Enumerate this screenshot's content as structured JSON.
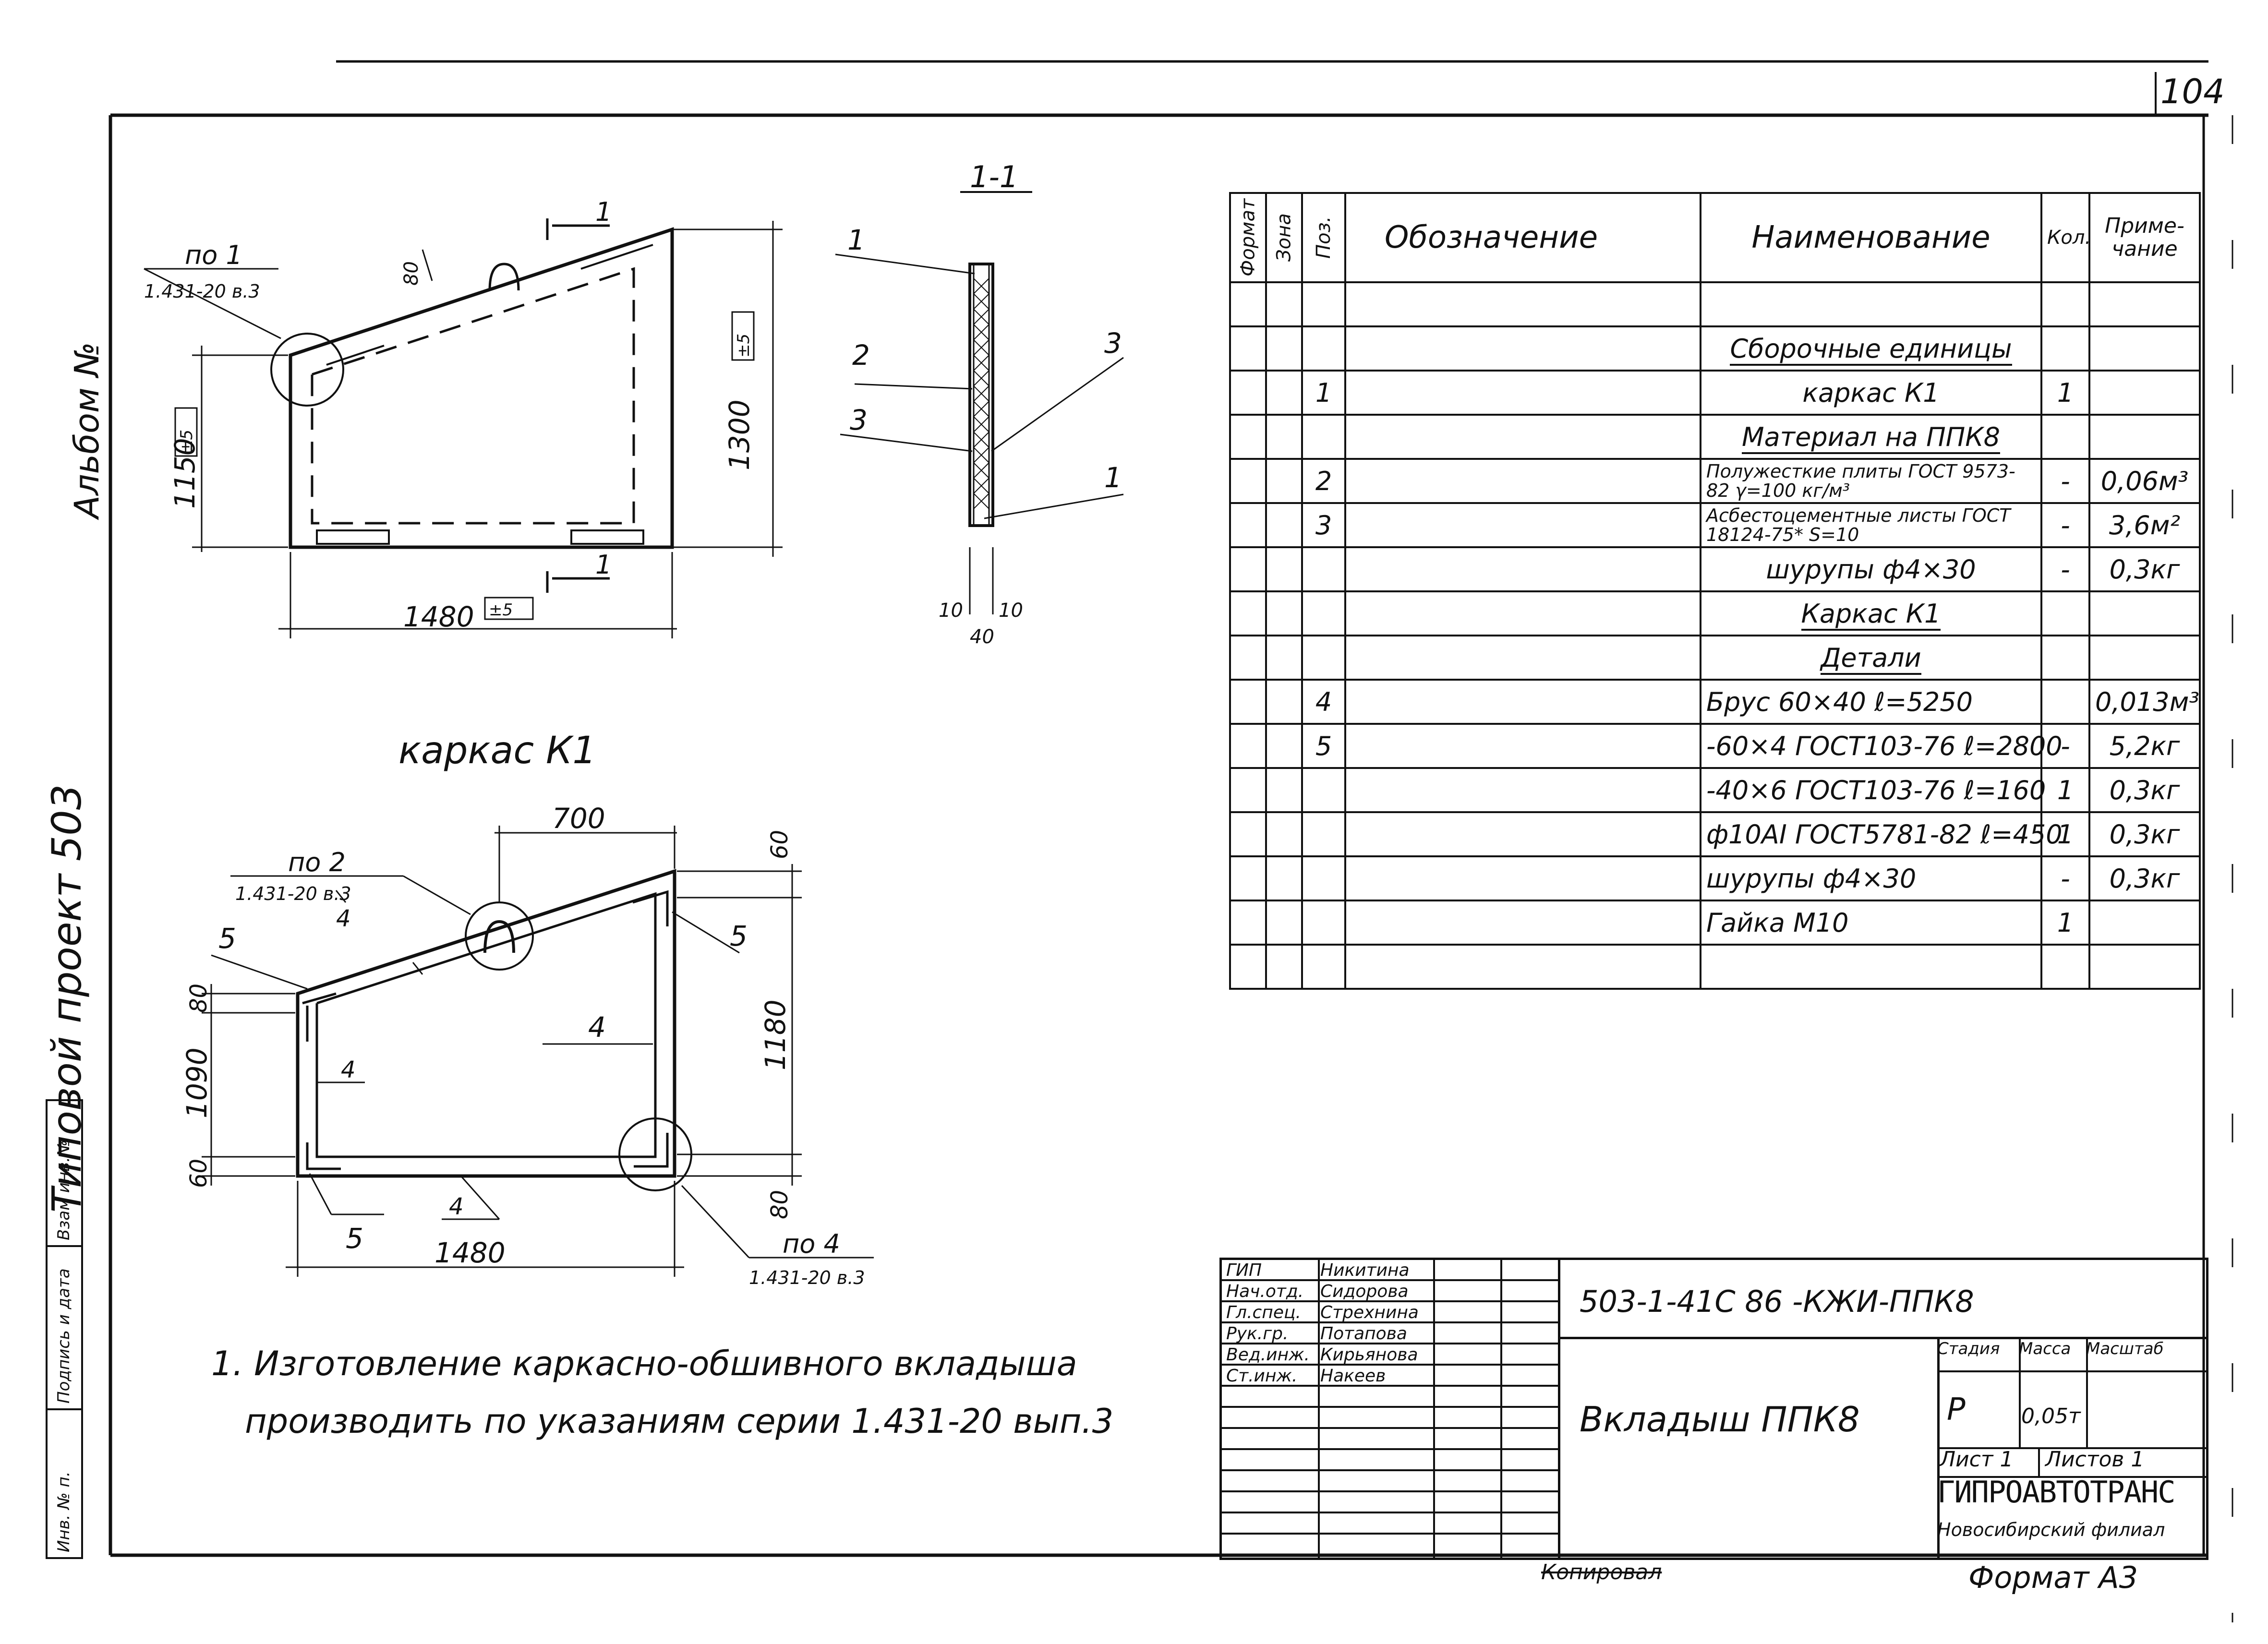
{
  "sheet": {
    "page_number": "104",
    "left_margin_text": "Типовой проект 503",
    "album_text": "Альбом №",
    "side_labels": [
      "Взам инв.№",
      "Подпись и дата",
      "Инв. № п."
    ],
    "format_text": "Формат А3",
    "copied_text": "Копировал"
  },
  "drawing_top": {
    "dims": {
      "width": "1480",
      "width_tol": "±5",
      "left_h": "1150",
      "left_tol": "±5",
      "right_h": "1300",
      "right_tol": "±5",
      "hook": "80"
    },
    "node_ref_1": "по 1",
    "node_ref_1_sub": "1.431-20 в.3",
    "section_mark": "1"
  },
  "section": {
    "title": "1-1",
    "labels": [
      "1",
      "2",
      "3",
      "3",
      "1"
    ],
    "dims": [
      "10",
      "10",
      "40"
    ]
  },
  "drawing_frame": {
    "title": "каркас К1",
    "dims": {
      "top": "700",
      "right": "1180",
      "left": "1090",
      "bottom": "1480",
      "t1": "60",
      "t2": "80",
      "t3": "60",
      "t4": "80"
    },
    "node_ref_2": "по 2",
    "node_ref_2_sub": "1.431-20 в.3",
    "node_ref_4": "по 4",
    "node_ref_4_sub": "1.431-20 в.3",
    "labels": [
      "5",
      "4",
      "5",
      "4",
      "4",
      "5",
      "4"
    ]
  },
  "note": {
    "line1": "1. Изготовление каркасно-обшивного вкладыша",
    "line2": "производить по указаниям серии 1.431-20 вып.3"
  },
  "spec": {
    "headers": {
      "format": "Формат",
      "zone": "Зона",
      "pos": "Поз.",
      "designation": "Обозначение",
      "name": "Наименование",
      "qty": "Кол.",
      "note": "Приме-чание"
    },
    "rows": [
      {
        "pos": "",
        "name": "",
        "qty": "",
        "note": "",
        "style": ""
      },
      {
        "pos": "",
        "name": "Сборочные единицы",
        "qty": "",
        "note": "",
        "style": "ul"
      },
      {
        "pos": "1",
        "name": "каркас К1",
        "qty": "1",
        "note": "",
        "style": "ctr"
      },
      {
        "pos": "",
        "name": "Материал на ППК8",
        "qty": "",
        "note": "",
        "style": "ul"
      },
      {
        "pos": "2",
        "name": "Полужесткие плиты ГОСТ 9573-82 γ=100 кг/м³",
        "qty": "-",
        "note": "0,06м³",
        "style": "small"
      },
      {
        "pos": "3",
        "name": "Асбестоцементные листы ГОСТ 18124-75* S=10",
        "qty": "-",
        "note": "3,6м²",
        "style": "small"
      },
      {
        "pos": "",
        "name": "шурупы ф4×30",
        "qty": "-",
        "note": "0,3кг",
        "style": "ctr"
      },
      {
        "pos": "",
        "name": "Каркас К1",
        "qty": "",
        "note": "",
        "style": "ul"
      },
      {
        "pos": "",
        "name": "Детали",
        "qty": "",
        "note": "",
        "style": "ul"
      },
      {
        "pos": "4",
        "name": "Брус 60×40  ℓ=5250",
        "qty": "",
        "note": "0,013м³",
        "style": ""
      },
      {
        "pos": "5",
        "name": "-60×4 ГОСТ103-76 ℓ=2800",
        "qty": "-",
        "note": "5,2кг",
        "style": ""
      },
      {
        "pos": "",
        "name": "-40×6 ГОСТ103-76  ℓ=160",
        "qty": "1",
        "note": "0,3кг",
        "style": ""
      },
      {
        "pos": "",
        "name": "ф10АI ГОСТ5781-82 ℓ=450",
        "qty": "1",
        "note": "0,3кг",
        "style": ""
      },
      {
        "pos": "",
        "name": "шурупы ф4×30",
        "qty": "-",
        "note": "0,3кг",
        "style": ""
      },
      {
        "pos": "",
        "name": "Гайка М10",
        "qty": "1",
        "note": "",
        "style": ""
      },
      {
        "pos": "",
        "name": "",
        "qty": "",
        "note": "",
        "style": ""
      }
    ]
  },
  "stamp": {
    "code": "503-1-41С 86   -КЖИ-ППК8",
    "title": "Вкладыш ППК8",
    "people": [
      {
        "role": "ГИП",
        "name": "Никитина"
      },
      {
        "role": "Нач.отд.",
        "name": "Сидорова"
      },
      {
        "role": "Гл.спец.",
        "name": "Стрехнина"
      },
      {
        "role": "Рук.гр.",
        "name": "Потапова"
      },
      {
        "role": "Вед.инж.",
        "name": "Кирьянова"
      },
      {
        "role": "Ст.инж.",
        "name": "Накеев"
      }
    ],
    "stage_label": "Стадия",
    "mass_label": "Масса",
    "scale_label": "Масштаб",
    "stage": "Р",
    "mass": "0,05т",
    "scale": "",
    "sheet_label": "Лист 1",
    "sheets_label": "Листов 1",
    "org": "ГИПРОАВТОТРАНС",
    "branch": "Новосибирский филиал"
  }
}
